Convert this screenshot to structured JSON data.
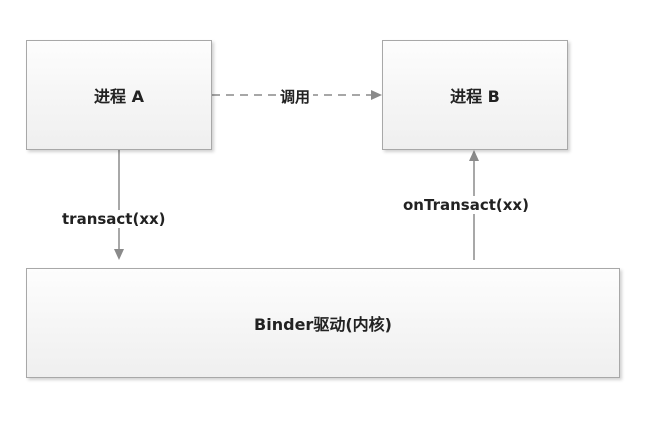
{
  "nodes": {
    "process_a": "进程 A",
    "process_b": "进程 B",
    "binder": "Binder驱动(内核)"
  },
  "edges": {
    "call": "调用",
    "transact": "transact(xx)",
    "on_transact": "onTransact(xx)"
  }
}
